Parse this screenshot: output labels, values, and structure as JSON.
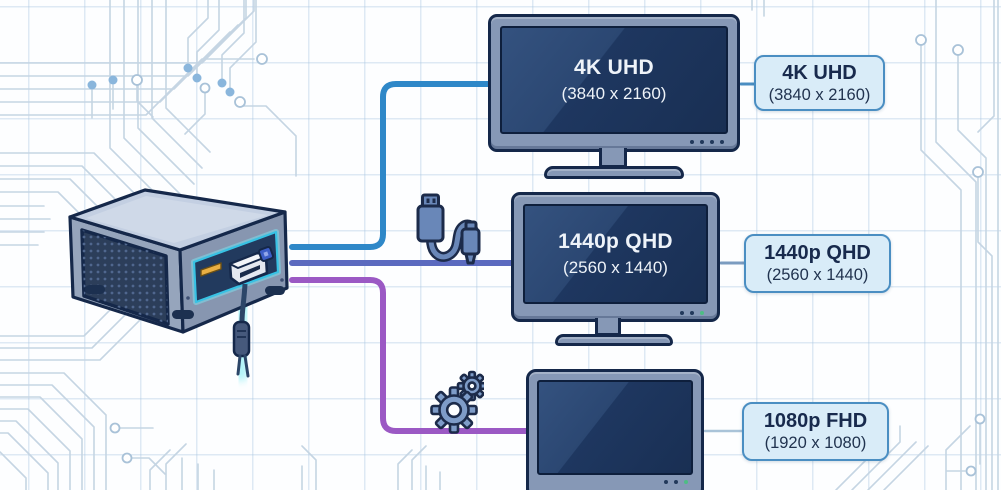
{
  "monitors": [
    {
      "name": "4K monitor",
      "screen_line1": "4K UHD",
      "screen_line2": "(3840 x 2160)",
      "label_line1": "4K UHD",
      "label_line2": "(3840 x 2160)",
      "cable_color": "#2f88c8"
    },
    {
      "name": "1440p monitor",
      "screen_line1": "1440p QHD",
      "screen_line2": "(2560 x 1440)",
      "label_line1": "1440p QHD",
      "label_line2": "(2560 x 1440)",
      "cable_color": "#5b6abf"
    },
    {
      "name": "1080p monitor",
      "screen_line1": "",
      "screen_line2": "",
      "label_line1": "1080p FHD",
      "label_line2": "(1920 x 1080)",
      "cable_color": "#9b59c4"
    }
  ],
  "device": {
    "type": "mini-pc",
    "ports": [
      "usb-a",
      "hdmi",
      "power-button"
    ]
  },
  "icons": [
    {
      "name": "usb-cable-icon"
    },
    {
      "name": "gears-icon"
    },
    {
      "name": "hdmi-plug-icon"
    }
  ],
  "colors": {
    "cable_4k": "#2f88c8",
    "cable_1440p": "#5b6abf",
    "cable_1080p": "#9b59c4",
    "label_bg": "#d9ecf8",
    "label_border": "#4a8ec2",
    "screen_dark": "#1e3760",
    "bezel": "#8698b6",
    "hdmi_glow": "#4fd8ea",
    "circuit_trace": "#c5d5e3"
  }
}
